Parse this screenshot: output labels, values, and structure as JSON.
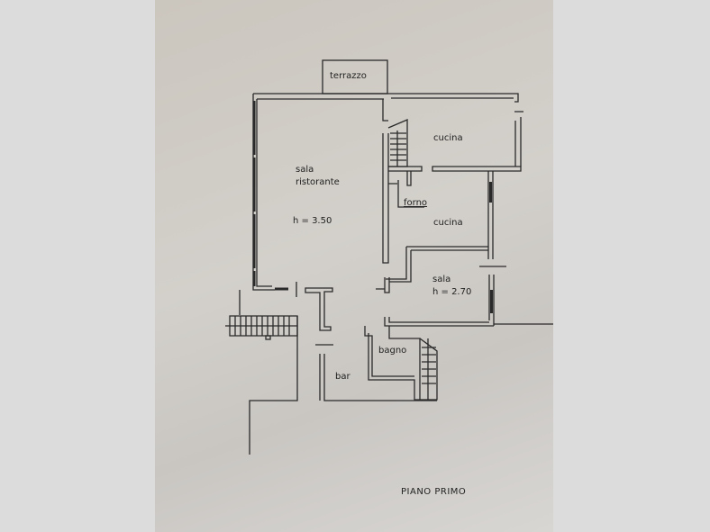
{
  "plan": {
    "title": "PIANO PRIMO",
    "rooms": {
      "terrazzo": "terrazzo",
      "sala_ristorante_1": "sala",
      "sala_ristorante_2": "ristorante",
      "sala_ristorante_height": "h = 3.50",
      "cucina_top": "cucina",
      "forno": "forno",
      "cucina_middle": "cucina",
      "sala": "sala",
      "sala_height": "h = 2.70",
      "bagno": "bagno",
      "bar": "bar"
    }
  }
}
